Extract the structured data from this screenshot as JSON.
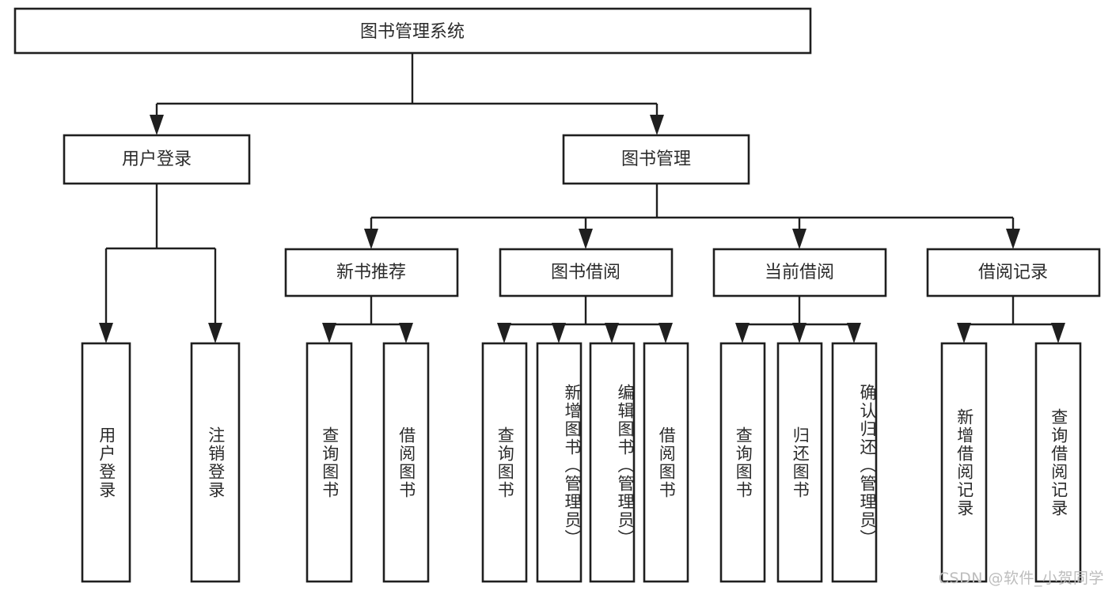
{
  "diagram": {
    "type": "tree",
    "title": "图书管理系统",
    "watermark": "CSDN @软件_小贺同学",
    "colors": {
      "stroke": "#1f1f1f",
      "fill": "#ffffff",
      "text": "#2b2b2b",
      "watermark": "#bdbdbd",
      "background": "#ffffff"
    },
    "levels": {
      "root": {
        "label": "图书管理系统"
      },
      "level2": [
        {
          "label": "用户登录"
        },
        {
          "label": "图书管理"
        }
      ],
      "level3": [
        {
          "label": "新书推荐"
        },
        {
          "label": "图书借阅"
        },
        {
          "label": "当前借阅"
        },
        {
          "label": "借阅记录"
        }
      ],
      "leaves": {
        "user_login": [
          {
            "label": "用户登录"
          },
          {
            "label": "注销登录"
          }
        ],
        "new_book_recommend": [
          {
            "label": "查询图书"
          },
          {
            "label": "借阅图书"
          }
        ],
        "book_borrow": [
          {
            "label": "查询图书"
          },
          {
            "label": "新增图书（管理员）"
          },
          {
            "label": "编辑图书（管理员）"
          },
          {
            "label": "借阅图书"
          }
        ],
        "current_borrow": [
          {
            "label": "查询图书"
          },
          {
            "label": "归还图书"
          },
          {
            "label": "确认归还（管理员）"
          }
        ],
        "borrow_record": [
          {
            "label": "新增借阅记录"
          },
          {
            "label": "查询借阅记录"
          }
        ]
      }
    }
  }
}
